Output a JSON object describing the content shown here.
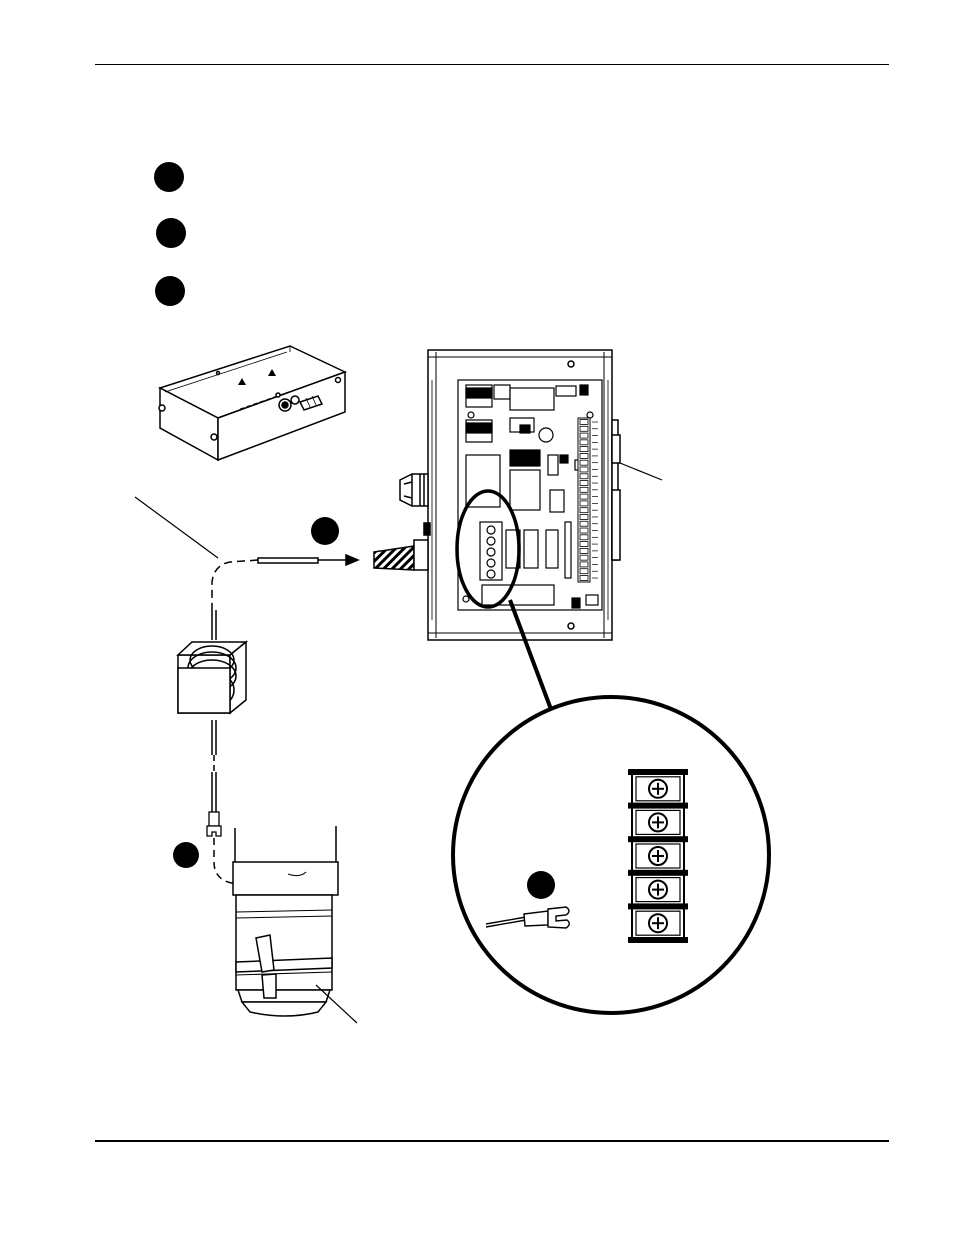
{
  "page": {
    "header_rule": true,
    "footer_rule": true
  },
  "steps": [
    {
      "id": "step-1",
      "text": ""
    },
    {
      "id": "step-2",
      "text": ""
    },
    {
      "id": "step-3",
      "text": ""
    }
  ],
  "figure": {
    "terminal_block_positions": 5,
    "board_terminal_count": 24,
    "colors": {
      "ink": "#000000",
      "paper": "#ffffff",
      "hatch": "#555555"
    }
  }
}
